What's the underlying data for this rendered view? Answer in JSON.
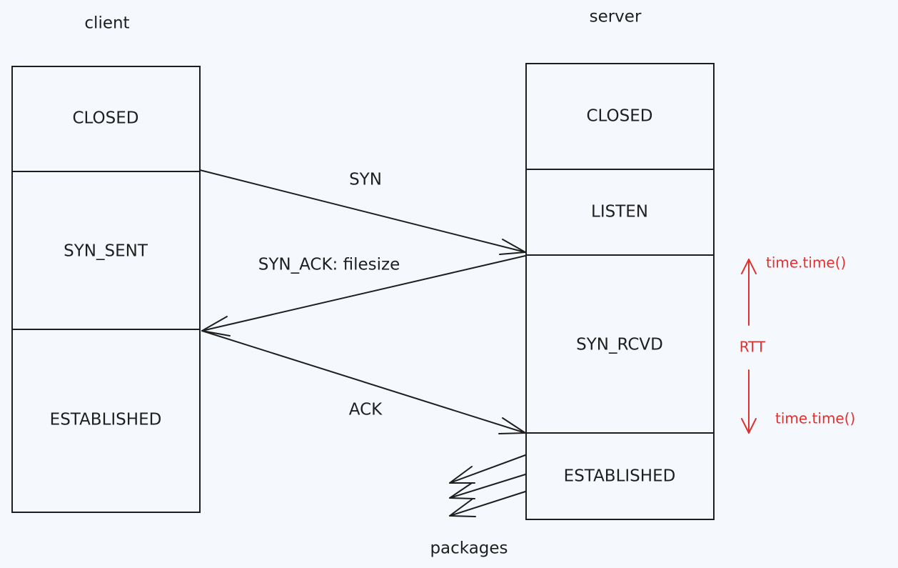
{
  "colors": {
    "background": "#f5f9fd",
    "ink": "#1e1e1e",
    "accent": "#e03131"
  },
  "client": {
    "title": "client",
    "states": [
      "CLOSED",
      "SYN_SENT",
      "ESTABLISHED"
    ]
  },
  "server": {
    "title": "server",
    "states": [
      "CLOSED",
      "LISTEN",
      "SYN_RCVD",
      "ESTABLISHED"
    ]
  },
  "messages": {
    "syn": "SYN",
    "syn_ack": "SYN_ACK: filesize",
    "ack": "ACK"
  },
  "rtt": {
    "label": "RTT",
    "start_label": "time.time()",
    "end_label": "time.time()"
  },
  "packages_label": "packages"
}
